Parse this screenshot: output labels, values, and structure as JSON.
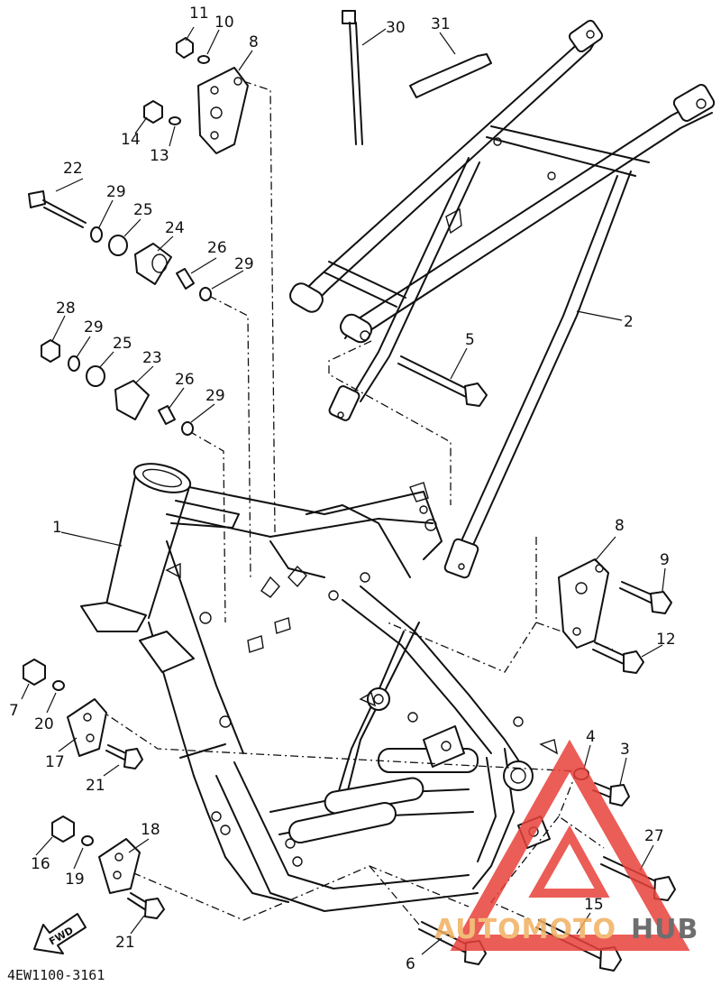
{
  "diagram": {
    "callouts": [
      {
        "id": "c1",
        "text": "1"
      },
      {
        "id": "c2",
        "text": "2"
      },
      {
        "id": "c3",
        "text": "3"
      },
      {
        "id": "c4",
        "text": "4"
      },
      {
        "id": "c5",
        "text": "5"
      },
      {
        "id": "c6",
        "text": "6"
      },
      {
        "id": "c7",
        "text": "7"
      },
      {
        "id": "c8a",
        "text": "8"
      },
      {
        "id": "c8b",
        "text": "8"
      },
      {
        "id": "c9",
        "text": "9"
      },
      {
        "id": "c10",
        "text": "10"
      },
      {
        "id": "c11",
        "text": "11"
      },
      {
        "id": "c12",
        "text": "12"
      },
      {
        "id": "c13",
        "text": "13"
      },
      {
        "id": "c14",
        "text": "14"
      },
      {
        "id": "c15",
        "text": "15"
      },
      {
        "id": "c16",
        "text": "16"
      },
      {
        "id": "c17",
        "text": "17"
      },
      {
        "id": "c18",
        "text": "18"
      },
      {
        "id": "c19",
        "text": "19"
      },
      {
        "id": "c20",
        "text": "20"
      },
      {
        "id": "c21a",
        "text": "21"
      },
      {
        "id": "c21b",
        "text": "21"
      },
      {
        "id": "c22",
        "text": "22"
      },
      {
        "id": "c23",
        "text": "23"
      },
      {
        "id": "c24",
        "text": "24"
      },
      {
        "id": "c25a",
        "text": "25"
      },
      {
        "id": "c25b",
        "text": "25"
      },
      {
        "id": "c26a",
        "text": "26"
      },
      {
        "id": "c26b",
        "text": "26"
      },
      {
        "id": "c27",
        "text": "27"
      },
      {
        "id": "c28",
        "text": "28"
      },
      {
        "id": "c29a",
        "text": "29"
      },
      {
        "id": "c29b",
        "text": "29"
      },
      {
        "id": "c29c",
        "text": "29"
      },
      {
        "id": "c29d",
        "text": "29"
      },
      {
        "id": "c30",
        "text": "30"
      },
      {
        "id": "c31",
        "text": "31"
      }
    ],
    "fwd_label": "FWD",
    "drawing_code": "4EW1100-3161"
  },
  "watermark": {
    "part1": "AUTOMOTO",
    "part2": "HUB",
    "color_primary": "#e8413a",
    "color_secondary": "#f0b060",
    "color_dark": "#555555"
  }
}
